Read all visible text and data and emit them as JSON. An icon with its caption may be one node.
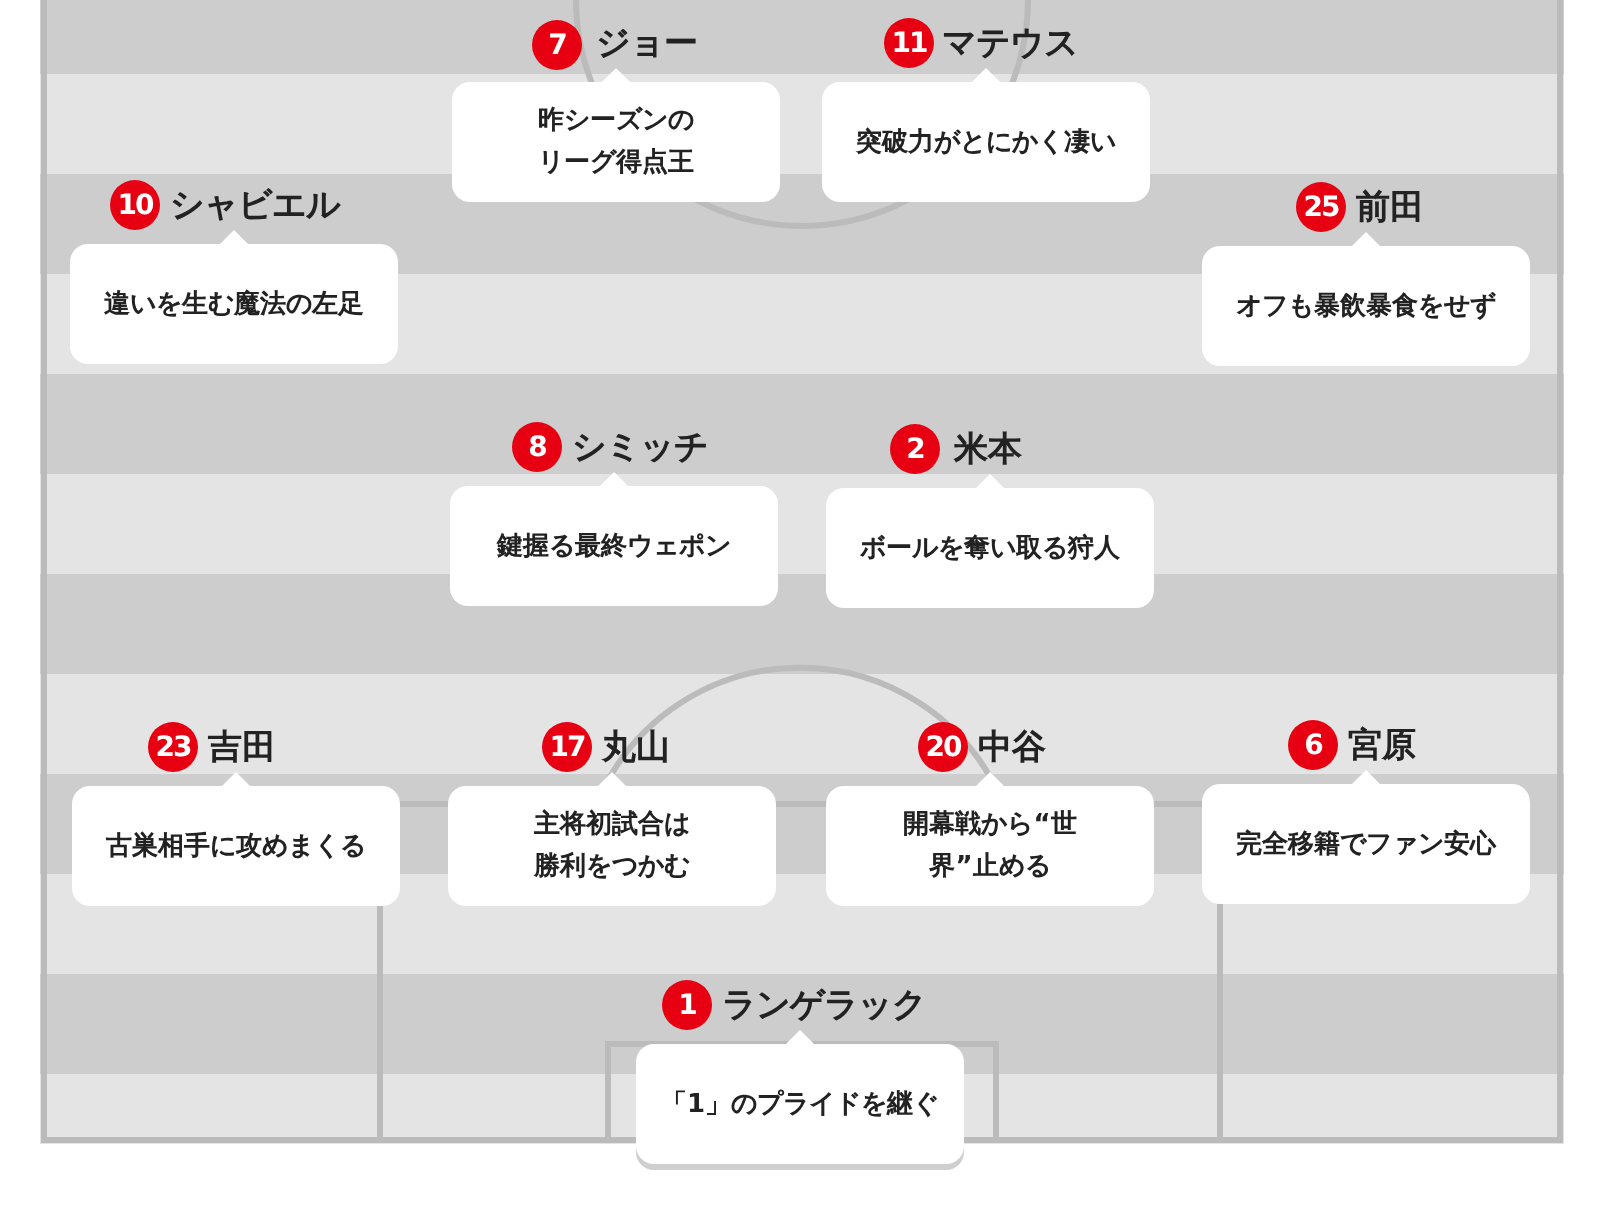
{
  "diagram": {
    "nodes": [
      {
        "text": [
          "7"
        ]
      },
      {
        "text": [
          "ジョー",
          "昨シーズンのリーグ得点王"
        ]
      },
      {
        "text": [
          "11"
        ]
      },
      {
        "text": [
          "マテウス",
          "突破力がとにかく凄い"
        ]
      },
      {
        "text": [
          "10"
        ]
      },
      {
        "text": [
          "シャビエル",
          "違いを生む魔法の左足"
        ]
      },
      {
        "text": [
          "25"
        ]
      },
      {
        "text": [
          "前田",
          "オフも暴飲暴食をせず"
        ]
      },
      {
        "text": [
          "8"
        ]
      },
      {
        "text": [
          "シミッチ",
          "鍵握る最終ウェポン"
        ]
      },
      {
        "text": [
          "2"
        ]
      },
      {
        "text": [
          "米本",
          "ボールを奪い取る狩人"
        ]
      },
      {
        "text": [
          "23"
        ]
      },
      {
        "text": [
          "吉田",
          "古巣相手に攻めまくる"
        ]
      },
      {
        "text": [
          "17"
        ]
      },
      {
        "text": [
          "丸山",
          "主将初試合は勝利をつかむ"
        ]
      },
      {
        "text": [
          "20"
        ]
      },
      {
        "text": [
          "中谷",
          "開幕戦から“世界”止める"
        ]
      },
      {
        "text": [
          "6"
        ]
      },
      {
        "text": [
          "宮原",
          "完全移籍でファン安心"
        ]
      },
      {
        "text": [
          "1"
        ]
      },
      {
        "text": [
          "ランゲラック",
          "「1」のプライドを継ぐ"
        ]
      }
    ]
  }
}
